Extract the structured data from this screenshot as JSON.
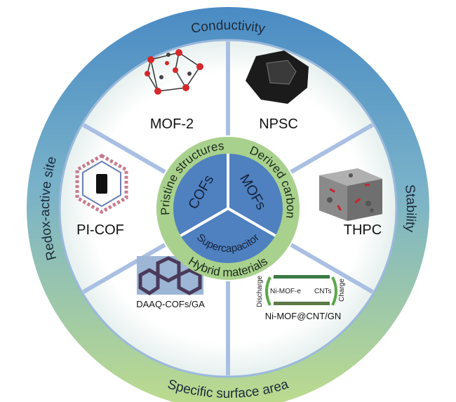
{
  "outer_ring": {
    "top": "Conductivity",
    "right": "Stability",
    "bottom": "Specific surface area",
    "left": "Redox-active site"
  },
  "middle_ring": {
    "pristine": "Pristine structures",
    "derived": "Derived carbon",
    "hybrid": "Hybrid materials"
  },
  "core": {
    "cofs": "COFs",
    "mofs": "MOFs",
    "center": "Supercapacitor"
  },
  "examples": {
    "mof2": "MOF-2",
    "npsc": "NPSC",
    "thpc": "THPC",
    "picof": "PI-COF",
    "daaq": "DAAQ-COFs/GA",
    "nimof": "Ni-MOF@CNT/GN"
  },
  "nimof_diagram": {
    "discharge": "Discharge",
    "charge": "Charge",
    "nimof_e": "Ni-MOF-e",
    "cnts": "CNTs"
  },
  "colors": {
    "ring_top": "#4f8fc6",
    "ring_bottom": "#b9d98a",
    "green_ring": "#a9d18e",
    "core_blue": "#4d7fbf"
  }
}
